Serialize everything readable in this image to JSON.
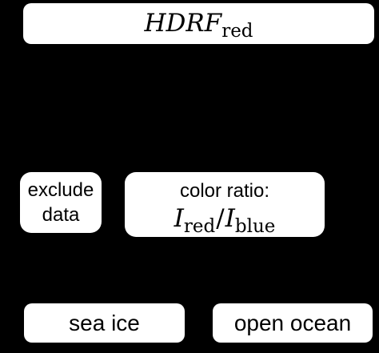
{
  "top_box": {
    "symbol": "HDRF",
    "subscript": "red"
  },
  "exclude_box": {
    "line1": "exclude",
    "line2": "data"
  },
  "ratio_box": {
    "caption": "color ratio:",
    "numerator_symbol": "I",
    "numerator_subscript": "red",
    "operator": "/",
    "denominator_symbol": "I",
    "denominator_subscript": "blue"
  },
  "outcomes": {
    "left": "sea ice",
    "right": "open ocean"
  }
}
